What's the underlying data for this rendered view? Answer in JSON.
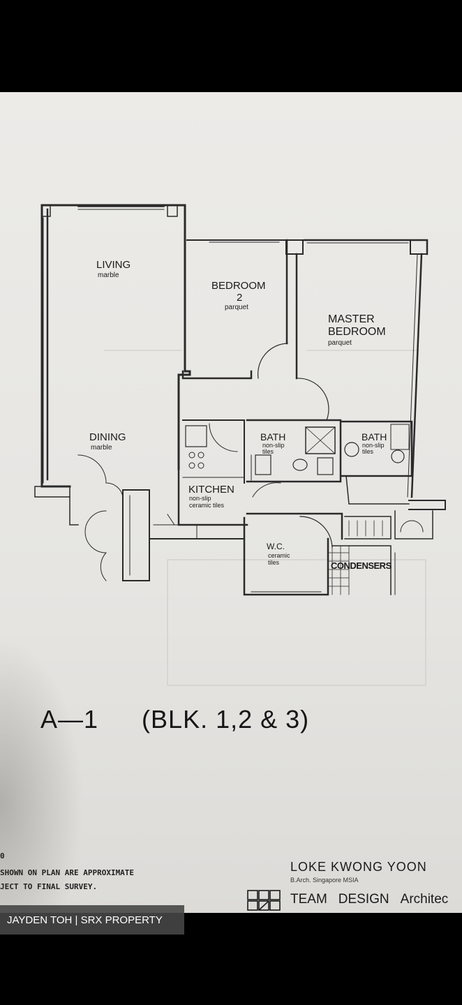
{
  "rooms": {
    "living": {
      "name": "LIVING",
      "material": "marble"
    },
    "bedroom2": {
      "name_line1": "BEDROOM",
      "name_line2": "2",
      "material": "parquet"
    },
    "master": {
      "name_line1": "MASTER",
      "name_line2": "BEDROOM",
      "material": "parquet"
    },
    "dining": {
      "name": "DINING",
      "material": "marble"
    },
    "bath1": {
      "name": "BATH",
      "material_line1": "non-slip",
      "material_line2": "tiles"
    },
    "bath2": {
      "name": "BATH",
      "material_line1": "non-slip",
      "material_line2": "tiles"
    },
    "kitchen": {
      "name": "KITCHEN",
      "material_line1": "non-slip",
      "material_line2": "ceramic tiles"
    },
    "store": {
      "name": "W.C.",
      "material_line1": "ceramic",
      "material_line2": "tiles"
    },
    "condensers": {
      "name": "CONDENSERS"
    }
  },
  "plan_title": {
    "unit": "A—1",
    "blocks": "(BLK. 1,2 & 3)"
  },
  "notes": {
    "line1": "0",
    "line2": " SHOWN ON PLAN ARE APPROXIMATE",
    "line3": "JECT TO FINAL SURVEY."
  },
  "architect": {
    "name": "LOKE KWONG YOON",
    "credentials": "B.Arch. Singapore MSIA",
    "firm_word1": "TEAM",
    "firm_word2": "DESIGN",
    "firm_word3": "Architec"
  },
  "watermark": "JAYDEN TOH | SRX PROPERTY"
}
